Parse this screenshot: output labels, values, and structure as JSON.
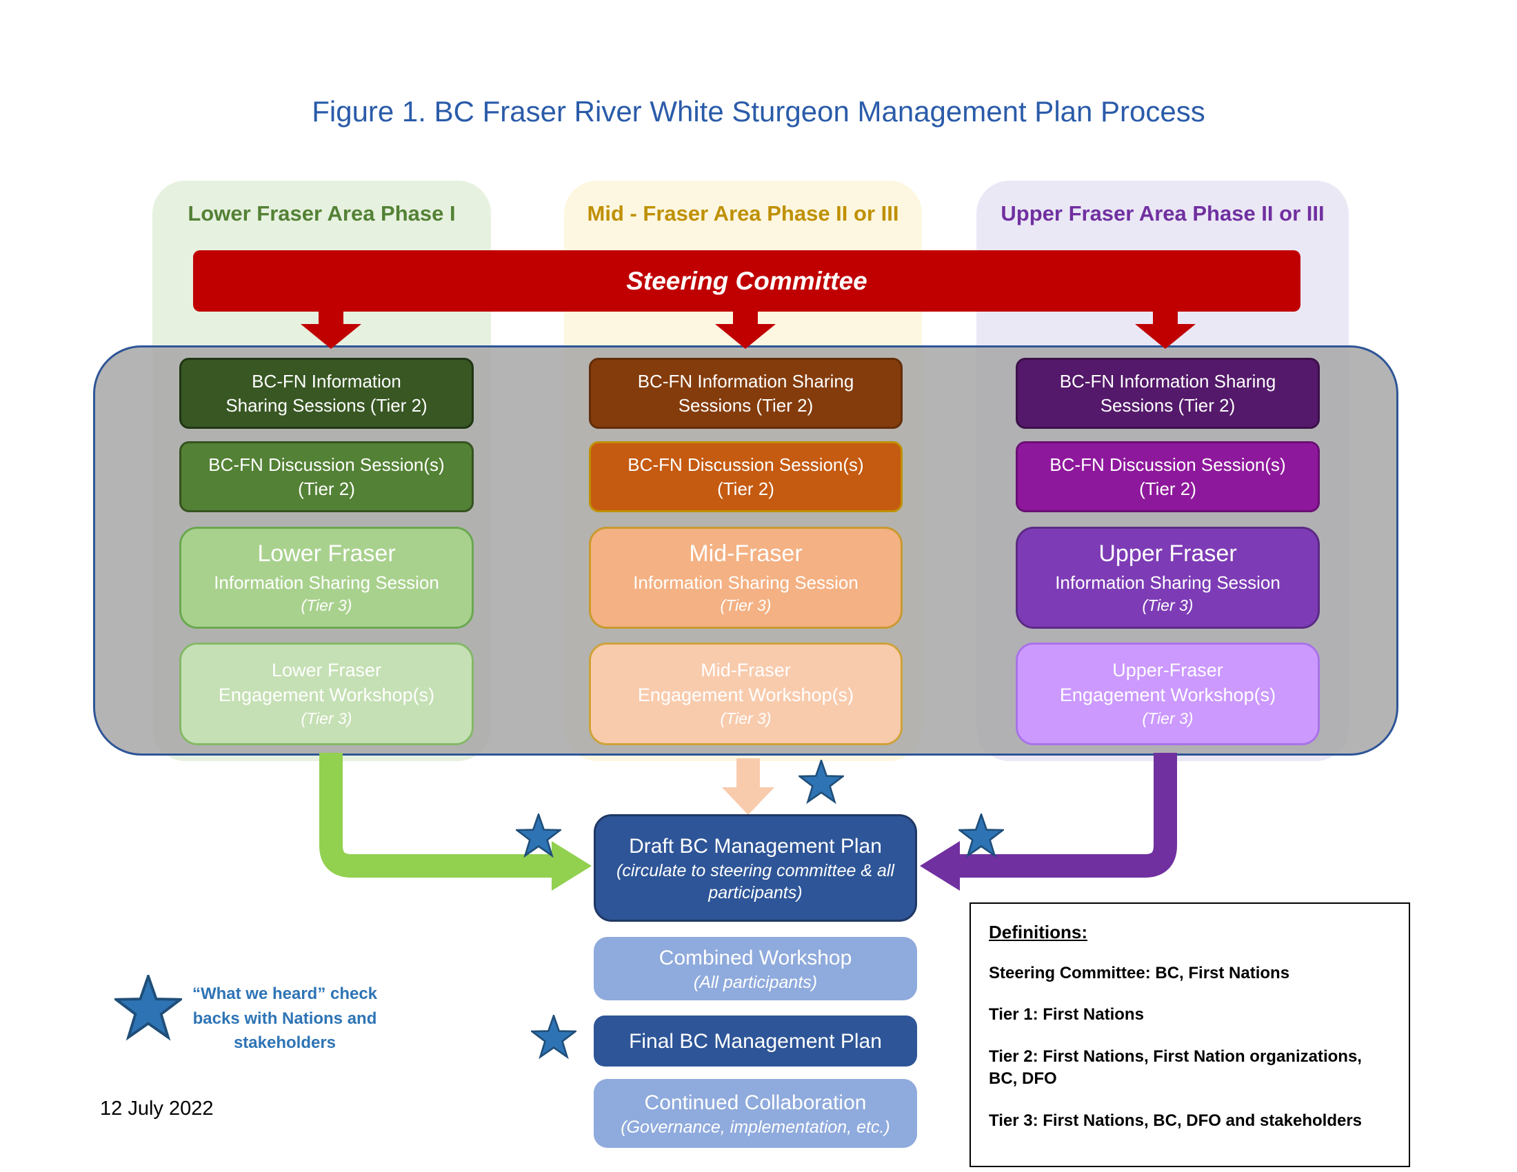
{
  "figure": {
    "title": "Figure 1. BC Fraser River White Sturgeon Management Plan Process",
    "date": "12 July 2022"
  },
  "steering_committee": {
    "label": "Steering Committee"
  },
  "columns": [
    {
      "header": "Lower Fraser Area Phase I",
      "tier2_info": {
        "l1": "BC-FN Information",
        "l2": "Sharing Sessions (Tier 2)"
      },
      "tier2_discussion": {
        "l1": "BC-FN Discussion Session(s)",
        "l2": "(Tier 2)"
      },
      "tier3_session": {
        "title": "Lower Fraser",
        "sub": "Information Sharing Session",
        "tier": "(Tier 3)"
      },
      "tier3_workshop": {
        "l1": "Lower Fraser",
        "l2": "Engagement Workshop(s)",
        "tier": "(Tier 3)"
      }
    },
    {
      "header": "Mid - Fraser Area Phase II or III",
      "tier2_info": {
        "l1": "BC-FN Information Sharing",
        "l2": "Sessions (Tier 2)"
      },
      "tier2_discussion": {
        "l1": "BC-FN Discussion Session(s)",
        "l2": "(Tier 2)"
      },
      "tier3_session": {
        "title": "Mid-Fraser",
        "sub": "Information Sharing Session",
        "tier": "(Tier 3)"
      },
      "tier3_workshop": {
        "l1": "Mid-Fraser",
        "l2": "Engagement Workshop(s)",
        "tier": "(Tier 3)"
      }
    },
    {
      "header": "Upper Fraser Area Phase II or III",
      "tier2_info": {
        "l1": "BC-FN Information Sharing",
        "l2": "Sessions (Tier 2)"
      },
      "tier2_discussion": {
        "l1": "BC-FN Discussion Session(s)",
        "l2": "(Tier 2)"
      },
      "tier3_session": {
        "title": "Upper Fraser",
        "sub": "Information Sharing Session",
        "tier": "(Tier 3)"
      },
      "tier3_workshop": {
        "l1": "Upper-Fraser",
        "l2": "Engagement Workshop(s)",
        "tier": "(Tier 3)"
      }
    }
  ],
  "flow": {
    "draft": {
      "title": "Draft BC Management Plan",
      "sub": "(circulate to steering committee & all participants)"
    },
    "combined": {
      "title": "Combined Workshop",
      "sub": "(All participants)"
    },
    "final": {
      "title": "Final BC Management Plan"
    },
    "continued": {
      "title": "Continued Collaboration",
      "sub": "(Governance, implementation, etc.)"
    }
  },
  "legend": {
    "star_note": "“What we heard” check backs with Nations and stakeholders"
  },
  "definitions": {
    "heading": "Definitions:",
    "items": [
      "Steering Committee: BC, First Nations",
      "Tier 1: First Nations",
      "Tier 2: First Nations, First Nation organizations, BC, DFO",
      "Tier 3: First Nations, BC, DFO and stakeholders"
    ]
  },
  "colors": {
    "title_blue": "#2a5ba9",
    "steering_red": "#c00000",
    "lower_green": "#538135",
    "mid_gold": "#bf9000",
    "upper_purple": "#7030a0",
    "dark_blue_box": "#2e5597",
    "light_blue_box": "#8faadc",
    "star_blue": "#2e74b5",
    "green_arrow": "#92d050",
    "purple_arrow": "#7030a0",
    "peach_arrow": "#f8cbad",
    "container_gray": "#a7a7a7"
  }
}
